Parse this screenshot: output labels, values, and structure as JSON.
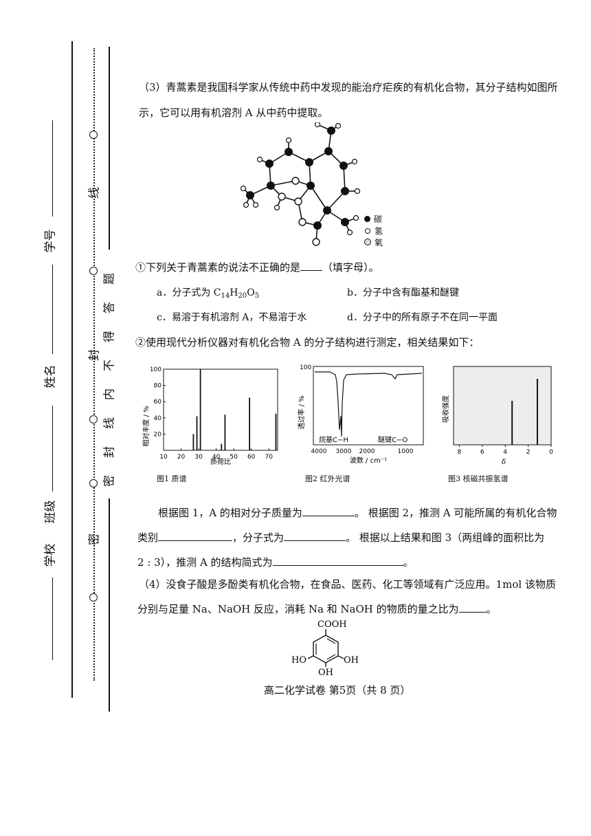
{
  "binding": {
    "school_label": "学校",
    "class_label": "班级",
    "name_label": "姓名",
    "id_label": "学号",
    "seal_top": "线",
    "seal_mid": "封",
    "seal_bottom": "密",
    "warning_chars": [
      "题",
      "答",
      "得",
      "不",
      "内",
      "线",
      "封",
      "密"
    ]
  },
  "q3": {
    "intro_line1": "（3）青蒿素是我国科学家从传统中药中发现的能治疗疟疾的有机化合物，其分子结构如图所",
    "intro_line2": "示，它可以用有机溶剂 A 从中药中提取。",
    "legend": [
      "碳",
      "氢",
      "氧"
    ],
    "sub1_stem": "①下列关于青蒿素的说法不正确的是",
    "sub1_tail": "（填字母）。",
    "option_a_prefix": "a．分子式为 C",
    "option_a_c": "14",
    "option_a_h_label": "H",
    "option_a_h": "20",
    "option_a_o_label": "O",
    "option_a_o": "5",
    "option_b": "b．分子中含有酯基和醚键",
    "option_c": "c．易溶于有机溶剂 A，不易溶于水",
    "option_d": "d．分子中的所有原子不在同一平面",
    "sub2_stem": "②使用现代分析仪器对有机化合物 A 的分子结构进行测定，相关结果如下：",
    "answer_line1_a": "根据图 1，A 的相对分子质量为",
    "answer_line1_b": "。 根据图 2，推测 A 可能所属的有机化合物",
    "answer_line2_a": "类别",
    "answer_line2_b": "，分子式为",
    "answer_line2_c": "。 根据以上结果和图 3（两组峰的面积比为",
    "answer_line3_a": "2 : 3），推测 A 的结构简式为",
    "answer_line3_b": "。"
  },
  "q4": {
    "line1": "（4）没食子酸是多酚类有机化合物，在食品、医药、化工等领域有广泛应用。1mol 该物质",
    "line2_a": "分别与足量 Na、NaOH 反应，消耗 Na 和 NaOH 的物质的量之比为",
    "line2_b": "。",
    "struct_cooh": "COOH",
    "struct_ho_left": "HO",
    "struct_oh_right": "OH",
    "struct_oh_bottom": "OH"
  },
  "footer": "高二化学试卷 第5页（共 8 页）",
  "chart_data": [
    {
      "type": "bar",
      "caption": "图1 质谱",
      "ylabel": "相对丰度 / %",
      "xlabel": "质荷比",
      "xlim": [
        10,
        75
      ],
      "ylim": [
        0,
        100
      ],
      "x_ticks": [
        "10",
        "20",
        "30",
        "40",
        "50",
        "60",
        "70"
      ],
      "y_ticks": [
        "20",
        "40",
        "60",
        "80",
        "100"
      ],
      "x": [
        27,
        29,
        31,
        43,
        45,
        59,
        74
      ],
      "values": [
        20,
        42,
        100,
        8,
        44,
        65,
        45
      ]
    },
    {
      "type": "line",
      "caption": "图2 红外光谱",
      "ylabel": "透过率 / %",
      "xlabel": "波数 / cm⁻¹",
      "y_top_tick": "100",
      "x_ticks": [
        "4000",
        "3000",
        "2000",
        "1000"
      ],
      "annotations": [
        "烷基C−H",
        "醚键C−O"
      ]
    },
    {
      "type": "bar",
      "caption": "图3 核磁共振氢谱",
      "ylabel": "吸收强度",
      "xlabel": "δ",
      "x_ticks": [
        "8",
        "6",
        "4",
        "2",
        "0"
      ],
      "xlim": [
        8.5,
        0
      ],
      "x": [
        3.4,
        1.2
      ],
      "values": [
        2,
        3
      ]
    }
  ]
}
